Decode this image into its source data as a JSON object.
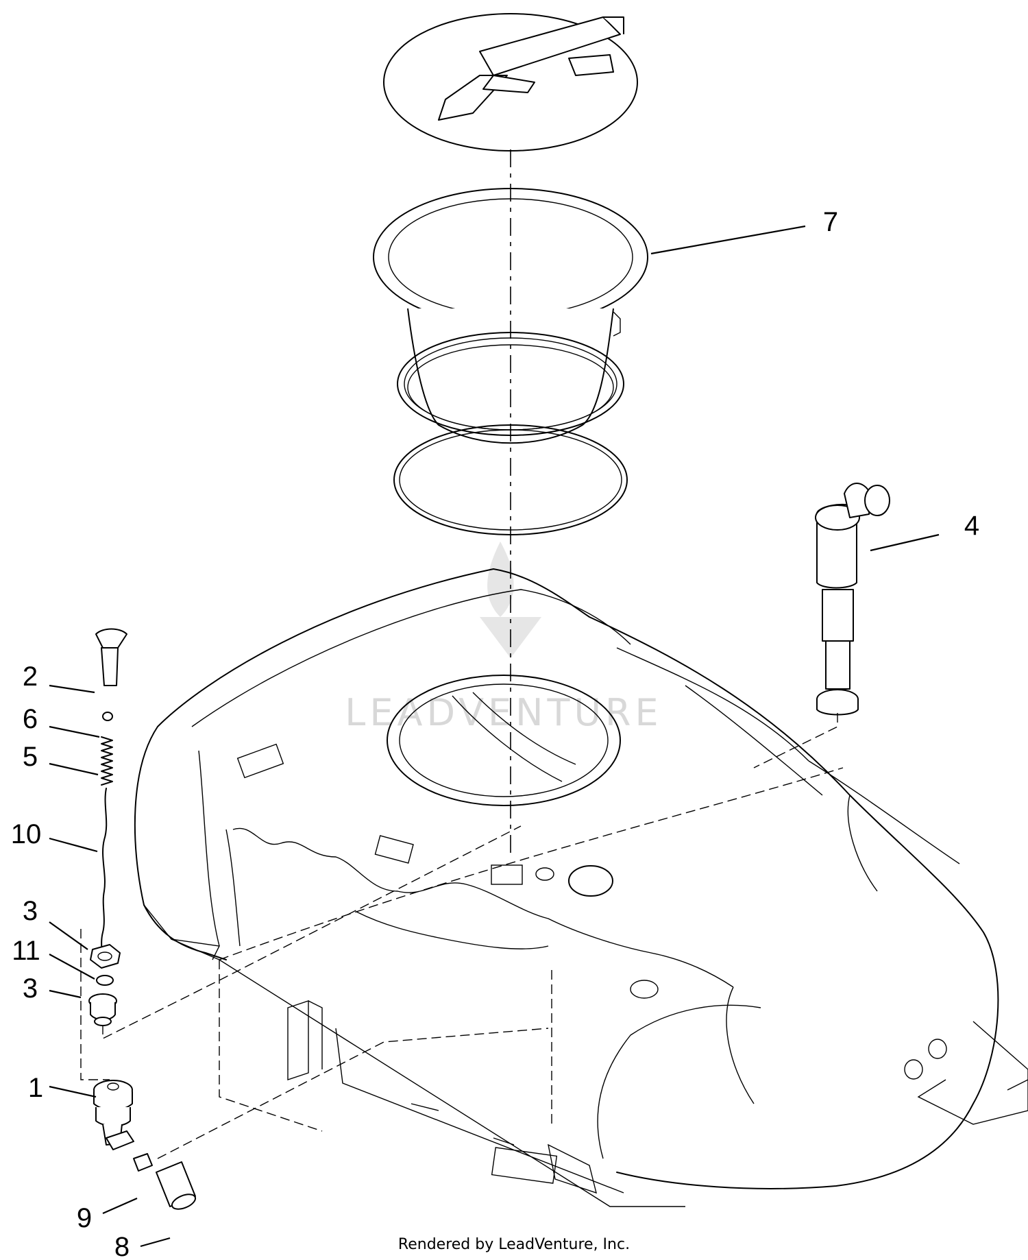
{
  "diagram": {
    "callouts": [
      {
        "id": "c1",
        "label": "1"
      },
      {
        "id": "c2",
        "label": "2"
      },
      {
        "id": "c3a",
        "label": "3"
      },
      {
        "id": "c3b",
        "label": "3"
      },
      {
        "id": "c4",
        "label": "4"
      },
      {
        "id": "c5",
        "label": "5"
      },
      {
        "id": "c6",
        "label": "6"
      },
      {
        "id": "c7",
        "label": "7"
      },
      {
        "id": "c8",
        "label": "8"
      },
      {
        "id": "c9",
        "label": "9"
      },
      {
        "id": "c10",
        "label": "10"
      },
      {
        "id": "c11",
        "label": "11"
      }
    ],
    "watermark": "LEADVENTURE",
    "credit": "Rendered by LeadVenture, Inc."
  }
}
